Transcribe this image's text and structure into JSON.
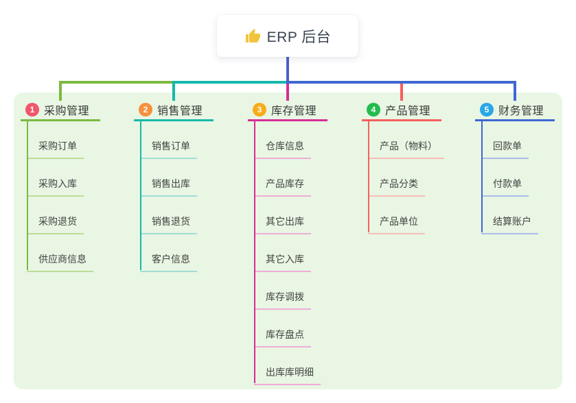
{
  "root": {
    "title": "ERP 后台",
    "icon": "thumbs-up-icon",
    "icon_color": "#f2c43d"
  },
  "branches": [
    {
      "num": "1",
      "label": "采购管理",
      "color": "#7cb93f",
      "light_color": "#bcdc97",
      "badge_color": "#f1566b",
      "children": [
        "采购订单",
        "采购入库",
        "采购退货",
        "供应商信息"
      ]
    },
    {
      "num": "2",
      "label": "销售管理",
      "color": "#17b8ab",
      "light_color": "#a0ddd4",
      "badge_color": "#f7903e",
      "children": [
        "销售订单",
        "销售出库",
        "销售退货",
        "客户信息"
      ]
    },
    {
      "num": "3",
      "label": "库存管理",
      "color": "#d62d96",
      "light_color": "#efacd7",
      "badge_color": "#f9ac18",
      "children": [
        "仓库信息",
        "产品库存",
        "其它出库",
        "其它入库",
        "库存调拨",
        "库存盘点",
        "出库库明细"
      ]
    },
    {
      "num": "4",
      "label": "产品管理",
      "color": "#f4605c",
      "light_color": "#f9bcb8",
      "badge_color": "#22bd4d",
      "children": [
        "产品（物料）",
        "产品分类",
        "产品单位"
      ]
    },
    {
      "num": "5",
      "label": "财务管理",
      "color": "#3f66d4",
      "light_color": "#aabbe8",
      "badge_color": "#29a7e8",
      "children": [
        "回款单",
        "付款单",
        "结算账户"
      ]
    }
  ],
  "colors": {
    "canvas_bg": "#e8f6e3",
    "page_bg": "#ffffff",
    "root_line": "#4a60cf",
    "root_text": "#3b4453",
    "label_text": "#383838",
    "child_text": "#434343"
  }
}
